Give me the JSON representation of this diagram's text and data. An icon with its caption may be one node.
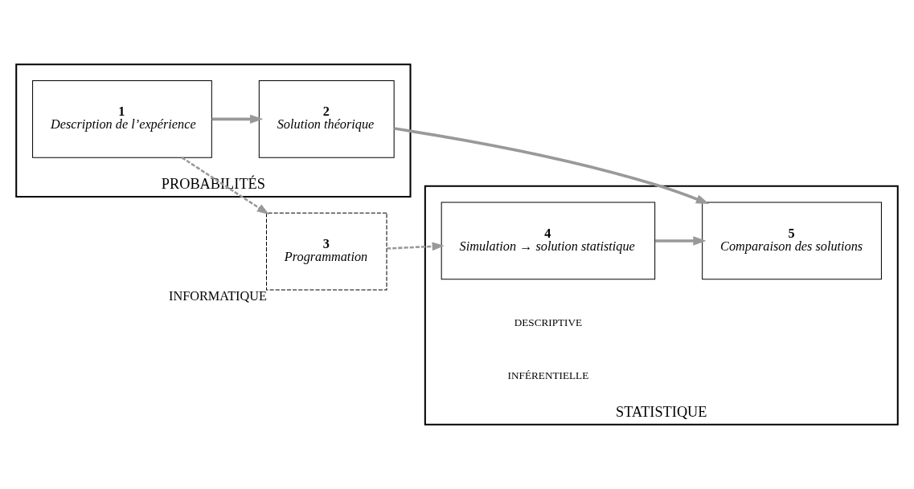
{
  "diagram": {
    "nodes": [
      {
        "text": [
          "PROBABILITÉS"
        ]
      },
      {
        "text": [
          "1",
          "Description de l’expérience"
        ],
        "in": 0
      },
      {
        "text": [
          "2",
          "Solution théorique"
        ],
        "in": 0
      },
      {
        "text": [
          "STATISTIQUE"
        ]
      },
      {
        "text": [
          "4",
          "Simulation → solution statistique"
        ],
        "in": 3
      },
      {
        "text": [
          "5",
          "Comparaison des solutions"
        ],
        "in": 3
      },
      {
        "text": [
          "3",
          "Programmation"
        ],
        "beside": [
          "INFORMATIQUE"
        ]
      }
    ],
    "edges": [
      {
        "from": 1,
        "to": 2,
        "arrow": "to"
      },
      {
        "from": 2,
        "to": 5,
        "arrow": "to"
      },
      {
        "from": 4,
        "to": 5,
        "arrow": "to"
      },
      {
        "from": 1,
        "to": 6,
        "arrow": "to",
        "style": "dashed"
      },
      {
        "from": 6,
        "to": 4,
        "arrow": "to",
        "style": "dashed"
      }
    ],
    "labels": [
      "DESCRIPTIVE",
      "INFÉRENTIELLE"
    ]
  }
}
